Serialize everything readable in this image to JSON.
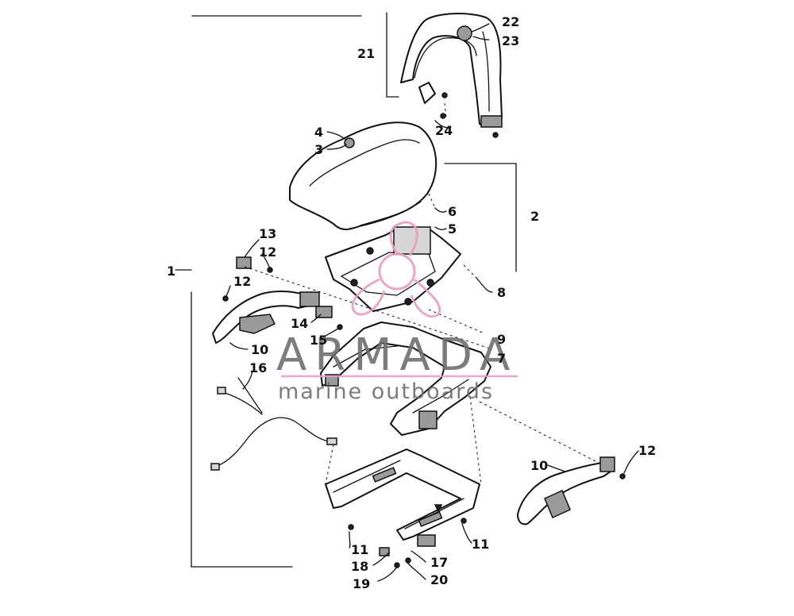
{
  "callouts": {
    "n1": "1",
    "n2": "2",
    "n3": "3",
    "n4": "4",
    "n5": "5",
    "n6": "6",
    "n7": "7",
    "n8": "8",
    "n9": "9",
    "n10a": "10",
    "n10b": "10",
    "n11a": "11",
    "n11b": "11",
    "n12a": "12",
    "n12b": "12",
    "n12c": "12",
    "n13": "13",
    "n14": "14",
    "n15": "15",
    "n16": "16",
    "n17": "17",
    "n18": "18",
    "n19": "19",
    "n20": "20",
    "n21": "21",
    "n22": "22",
    "n23": "23",
    "n24": "24"
  },
  "watermark": {
    "title": "ARMADA",
    "subtitle": "marine outboards",
    "accent_color": "#e89ec0",
    "line_color": "#e89ec0"
  },
  "colors": {
    "ink": "#111111",
    "background": "#ffffff"
  }
}
